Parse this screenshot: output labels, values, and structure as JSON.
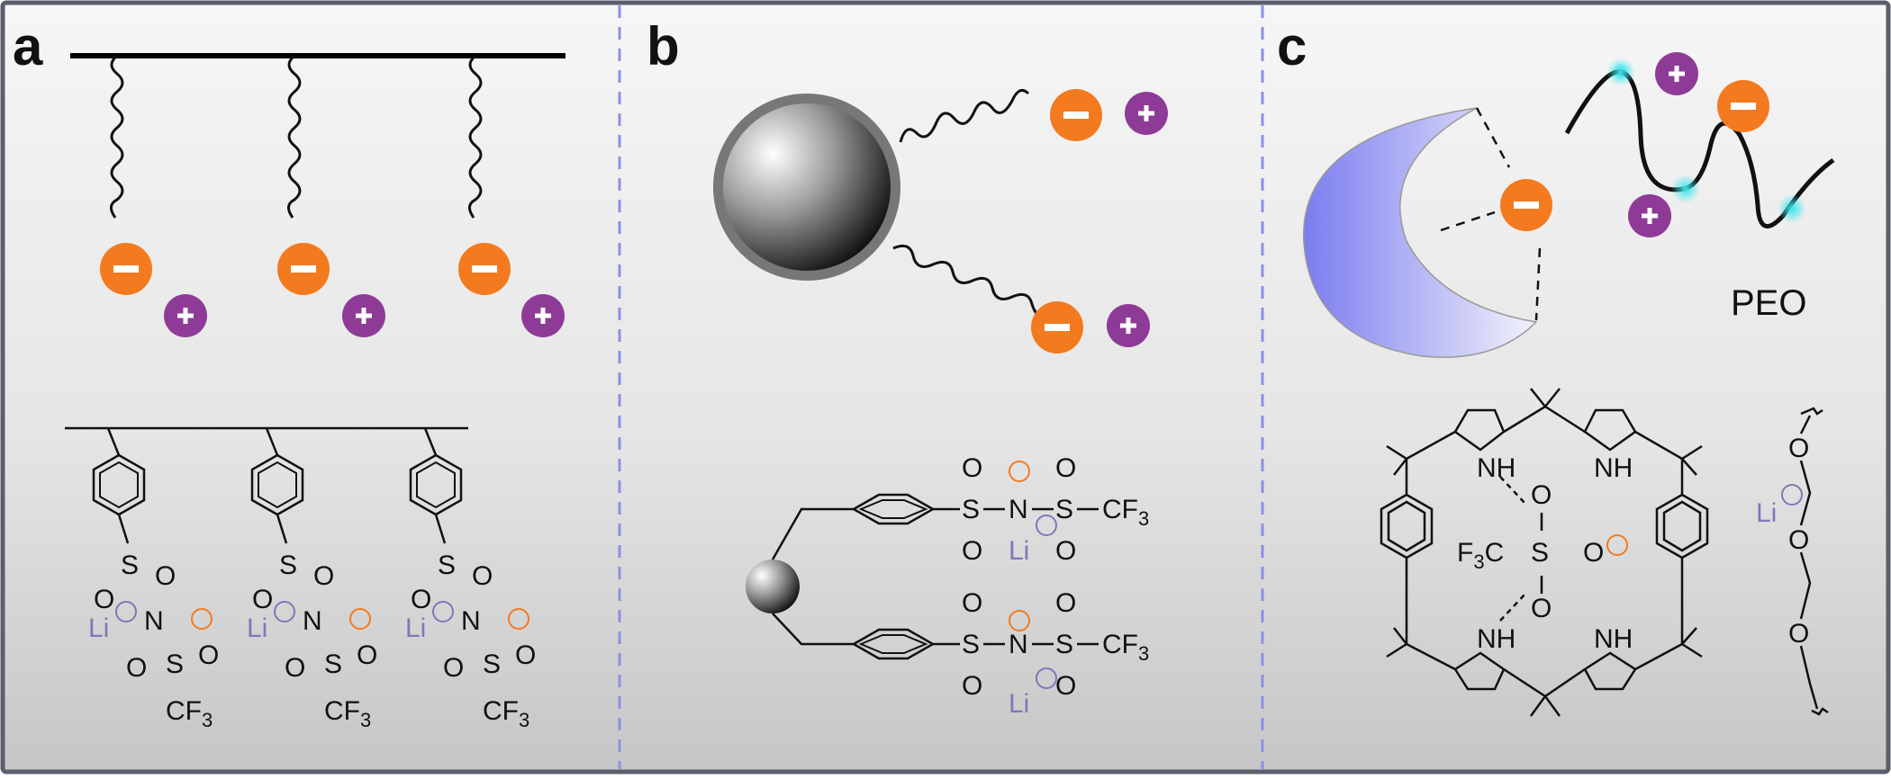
{
  "panels": [
    {
      "letter": "a"
    },
    {
      "letter": "b"
    },
    {
      "letter": "c"
    }
  ],
  "labels": {
    "minus": "−",
    "plus": "+",
    "peo": "PEO",
    "o": "O",
    "s": "S",
    "n": "N",
    "nh": "NH",
    "h": "H",
    "li": "Li",
    "cf3_main": "CF",
    "cf3_sub": "3",
    "f3c_main": "F",
    "f3c_sub": "3",
    "f3c_tail": "C"
  },
  "colors": {
    "anion": "#f47a1f",
    "cation": "#8e3b98",
    "lithium": "#7d79b7",
    "divider": "#8d8fe6",
    "panel_bg_top": "#f4f4f4",
    "panel_bg_bottom": "#c9c9c9",
    "frame": "#5b5e6b"
  }
}
